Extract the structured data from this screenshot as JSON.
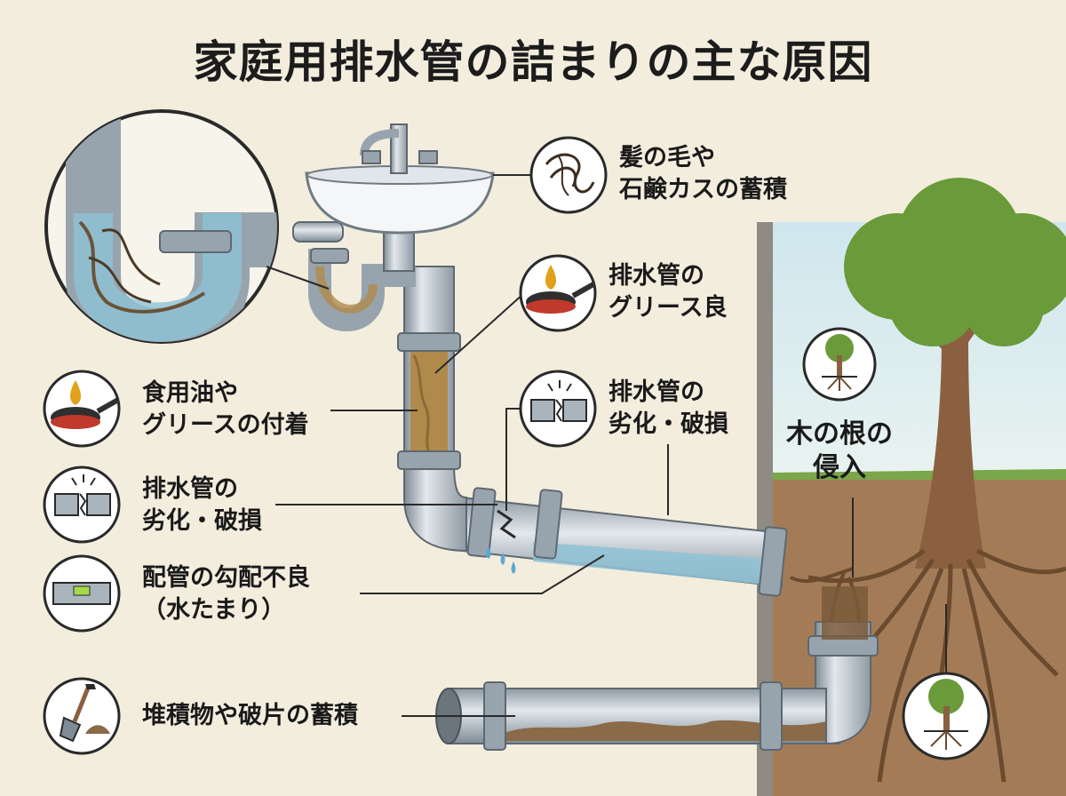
{
  "title": "家庭用排水管の詰まりの主な原因",
  "labels": {
    "hair": [
      "髪の毛や",
      "石鹸カスの蓄積"
    ],
    "grease_right": [
      "排水管の",
      "グリース良"
    ],
    "oil_left": [
      "食用油や",
      "グリースの付着"
    ],
    "damage_right": [
      "排水管の",
      "劣化・破損"
    ],
    "damage_left": [
      "排水管の",
      "劣化・破損"
    ],
    "slope": [
      "配管の勾配不良",
      "（水たまり）"
    ],
    "roots": [
      "木の根の",
      "侵入"
    ],
    "debris": [
      "堆積物や破片の蓄積"
    ]
  },
  "icons": {
    "hair": "hair-strands-icon",
    "pan_right": "frying-pan-oil-drop-icon",
    "pan_left": "frying-pan-oil-drop-icon",
    "crack_right": "cracked-pipe-icon",
    "crack_left": "cracked-pipe-icon",
    "level": "spirit-level-icon",
    "shovel": "shovel-dirt-icon",
    "tree_upper": "tree-roots-icon",
    "tree_lower": "tree-roots-icon"
  },
  "colors": {
    "background": "#f3edde",
    "pipe": "#a9b4bd",
    "water": "#8fc3d6",
    "grease": "#b08a4a",
    "soil": "#a37c57",
    "tree_green": "#6a9a3a",
    "trunk": "#8a6041"
  }
}
